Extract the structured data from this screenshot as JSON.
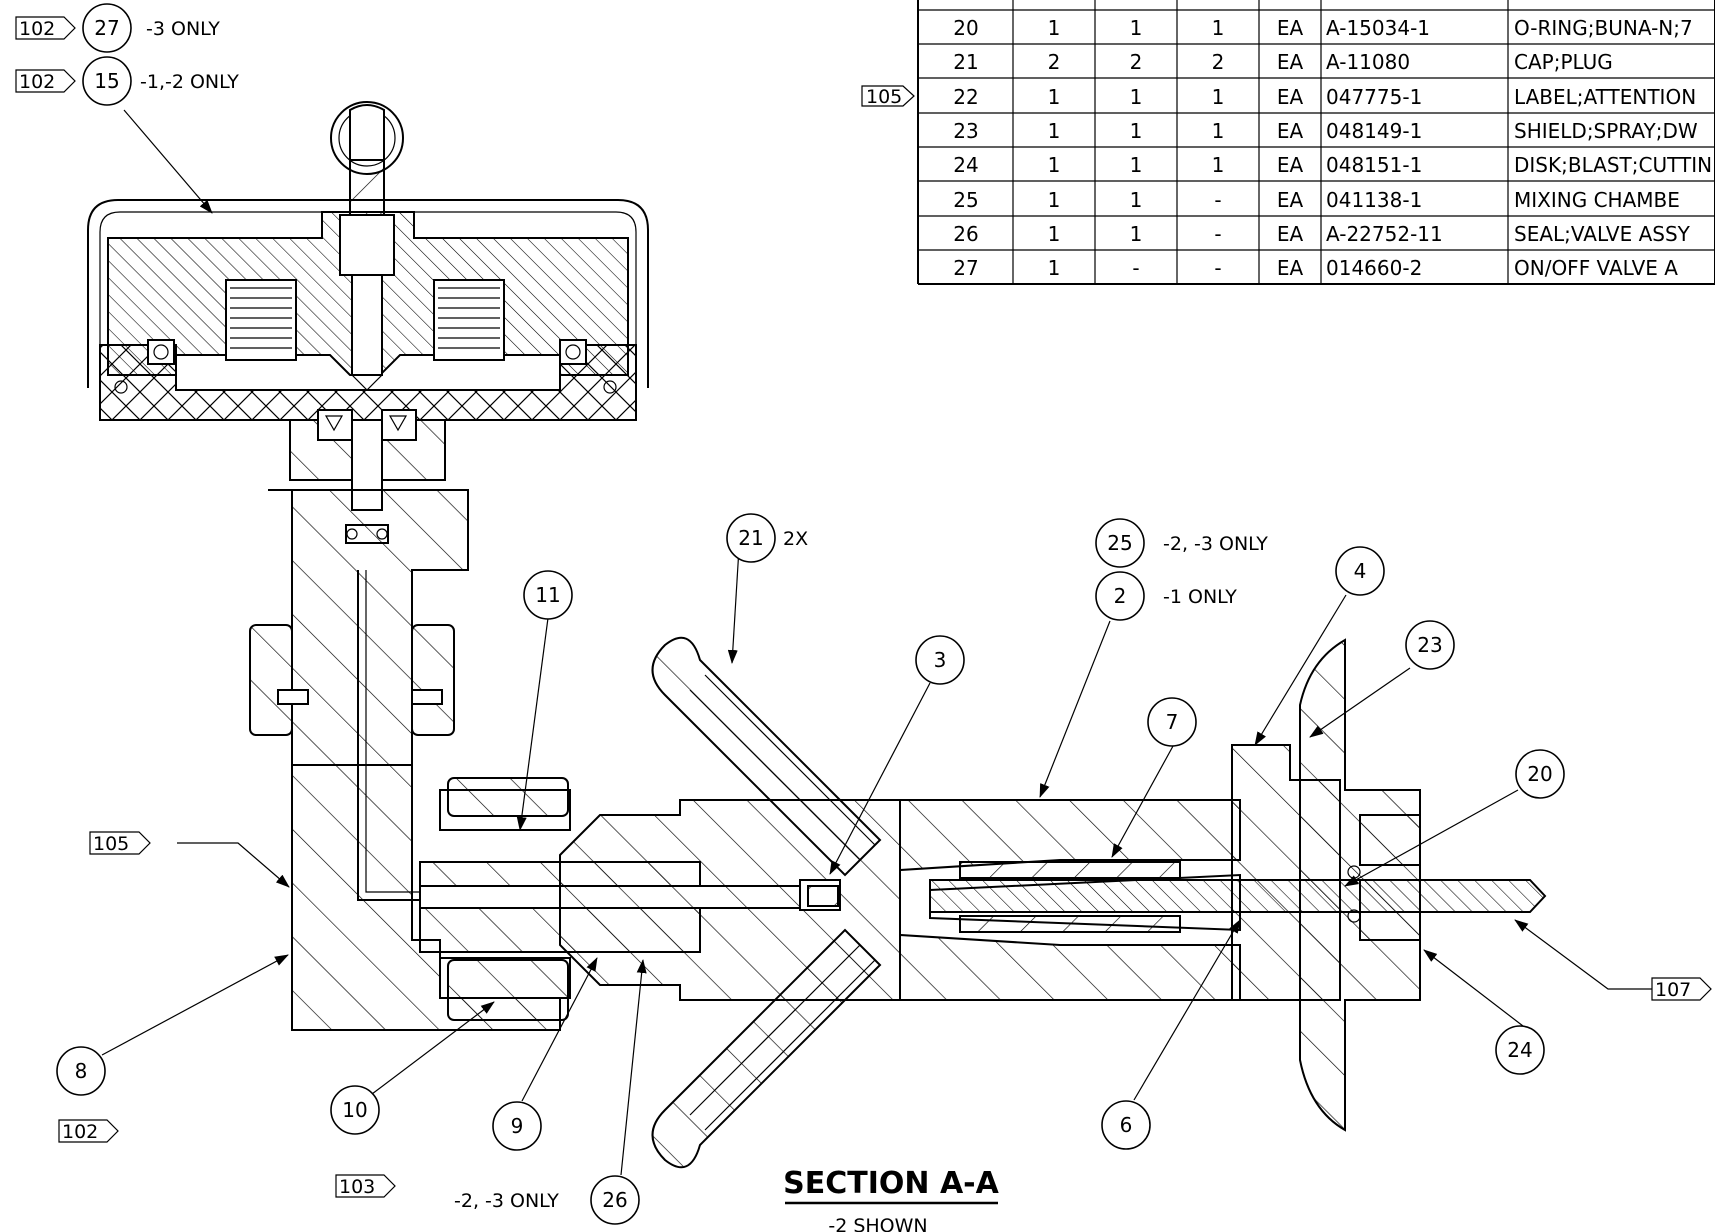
{
  "bom": {
    "rows": [
      {
        "item": "20",
        "q1": "1",
        "q2": "1",
        "q3": "1",
        "unit": "EA",
        "part": "A-15034-1",
        "desc": "O-RING;BUNA-N;7"
      },
      {
        "item": "21",
        "q1": "2",
        "q2": "2",
        "q3": "2",
        "unit": "EA",
        "part": "A-11080",
        "desc": "CAP;PLUG"
      },
      {
        "item": "22",
        "q1": "1",
        "q2": "1",
        "q3": "1",
        "unit": "EA",
        "part": "047775-1",
        "desc": "LABEL;ATTENTION"
      },
      {
        "item": "23",
        "q1": "1",
        "q2": "1",
        "q3": "1",
        "unit": "EA",
        "part": "048149-1",
        "desc": "SHIELD;SPRAY;DW"
      },
      {
        "item": "24",
        "q1": "1",
        "q2": "1",
        "q3": "1",
        "unit": "EA",
        "part": "048151-1",
        "desc": "DISK;BLAST;CUTTIN"
      },
      {
        "item": "25",
        "q1": "1",
        "q2": "1",
        "q3": "-",
        "unit": "EA",
        "part": "041138-1",
        "desc": "MIXING CHAMBE"
      },
      {
        "item": "26",
        "q1": "1",
        "q2": "1",
        "q3": "-",
        "unit": "EA",
        "part": "A-22752-11",
        "desc": "SEAL;VALVE ASSY"
      },
      {
        "item": "27",
        "q1": "1",
        "q2": "-",
        "q3": "-",
        "unit": "EA",
        "part": "014660-2",
        "desc": "ON/OFF VALVE A"
      }
    ],
    "row22_flag": "105"
  },
  "balloons": {
    "b27": "27",
    "b15": "15",
    "b21": "21",
    "b11": "11",
    "b3": "3",
    "b25": "25",
    "b2": "2",
    "b4": "4",
    "b23": "23",
    "b7": "7",
    "b20": "20",
    "b8": "8",
    "b10": "10",
    "b9": "9",
    "b26": "26",
    "b6": "6",
    "b24": "24"
  },
  "notes": {
    "n27": "-3 ONLY",
    "n15": "-1,-2 ONLY",
    "n21": "2X",
    "n25": "-2, -3 ONLY",
    "n2": "-1 ONLY",
    "n26": "-2, -3 ONLY"
  },
  "flags": {
    "f27": "102",
    "f15": "102",
    "f105": "105",
    "f8": "102",
    "f10": "103",
    "f107": "107"
  },
  "section": {
    "title": "SECTION A-A",
    "subtitle": "-2 SHOWN"
  }
}
